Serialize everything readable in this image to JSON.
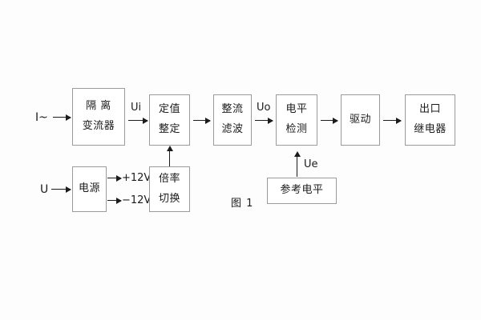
{
  "figure": {
    "caption": "图 1"
  },
  "inputs": {
    "current": "I~",
    "voltage": "U"
  },
  "blocks": {
    "isolation_ct": {
      "line1": "隔 离",
      "line2": "变流器"
    },
    "setting": {
      "line1": "定值",
      "line2": "整定"
    },
    "rectifier_filter": {
      "line1": "整流",
      "line2": "滤波"
    },
    "level_detect": {
      "line1": "电平",
      "line2": "检测"
    },
    "driver": {
      "line1": "驱动"
    },
    "output_relay": {
      "line1": "出口",
      "line2": "继电器"
    },
    "power_supply": {
      "line1": "电源"
    },
    "multiplier_switch": {
      "line1": "倍率",
      "line2": "切换"
    },
    "reference_level": {
      "line1": "参考电平"
    }
  },
  "signals": {
    "ui": "Ui",
    "uo": "Uo",
    "ue": "Ue",
    "rail_positive": "+12V",
    "rail_negative": "−12V"
  },
  "colors": {
    "background": "#fdfdfd",
    "box_border": "#9b9b9b",
    "box_fill": "#ffffff",
    "stroke": "#1b1b1b",
    "text": "#1b1b1b"
  }
}
